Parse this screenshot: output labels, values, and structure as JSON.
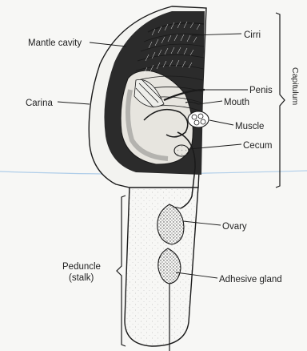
{
  "labels": {
    "mantle_cavity": "Mantle cavity",
    "cirri": "Cirri",
    "carina": "Carina",
    "penis": "Penis",
    "mouth": "Mouth",
    "muscle": "Muscle",
    "cecum": "Cecum",
    "ovary": "Ovary",
    "peduncle": "Peduncle",
    "stalk": "(stalk)",
    "adhesive_gland": "Adhesive gland",
    "capitulum": "Capitulum"
  },
  "colors": {
    "ink": "#1a1a1a",
    "paper": "#f7f7f5",
    "cavity": "#2b2b2b",
    "speckle": "#bdbdbd",
    "scan_line": "#9ec3e6"
  }
}
